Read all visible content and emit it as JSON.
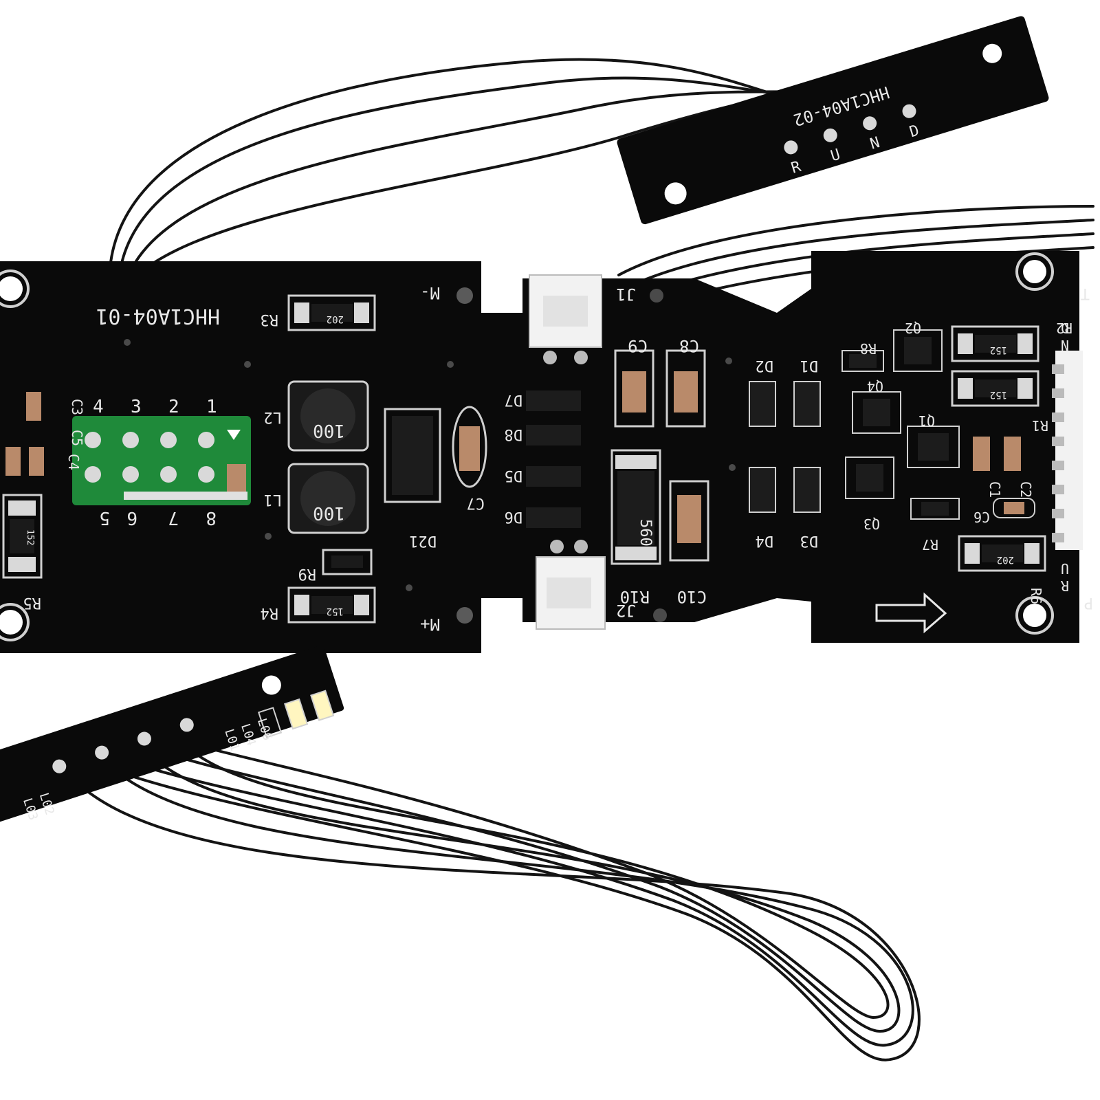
{
  "colors": {
    "background": "#ffffff",
    "pcb": "#0a0a0a",
    "silkscreen": "#e8e8e8",
    "pad": "#d9d9d9",
    "connector": "#f2f2f2",
    "header_board": "#1f8a3a",
    "wire": "#141414",
    "capacitor": "#b98a6a",
    "led": "#fff6c0"
  },
  "top_board": {
    "id": "HHC1A04-02",
    "pins": [
      "D",
      "N",
      "U",
      "R"
    ]
  },
  "main_board": {
    "id": "HHC1A04-01",
    "motor_minus": "M-",
    "motor_plus": "M+",
    "header_numbers_top": [
      "4",
      "3",
      "2",
      "1"
    ],
    "header_numbers_bottom": [
      "5",
      "6",
      "7",
      "8"
    ],
    "components": {
      "r3": "R3",
      "r3_code": "202",
      "r4": "R4",
      "r4_code": "152",
      "r5": "R5",
      "r5_code": "152",
      "r9": "R9",
      "l1": "L1",
      "l2": "L2",
      "inductor_code": "100",
      "d21": "D21",
      "c2": "C2",
      "c3": "C3",
      "c4": "C4",
      "c5": "C5",
      "c7": "C7",
      "d5": "D5",
      "d6": "D6",
      "d7": "D7",
      "d8": "D8",
      "j1": "J1",
      "j2": "J2",
      "c8": "C8",
      "c9": "C9",
      "c10": "C10",
      "r10": "R10",
      "r10_code": "560",
      "d1": "D1",
      "d2": "D2",
      "d3": "D3",
      "d4": "D4",
      "q1": "Q1",
      "q2": "Q2",
      "q3": "Q3",
      "q4": "Q4",
      "r1": "R1",
      "r2": "R2",
      "r6": "R6",
      "r7": "R7",
      "r8": "R8",
      "c1": "C1",
      "c6": "C6",
      "r1_code": "152",
      "r2_code": "152",
      "r6_code": "202"
    },
    "edge_pins": [
      "D",
      "N",
      "U",
      "R"
    ],
    "edge_label_t": "T",
    "edge_label_p": "P"
  },
  "led_board": {
    "labels": [
      "L01",
      "L04",
      "L06"
    ],
    "side_labels": [
      "L02",
      "L03"
    ]
  }
}
